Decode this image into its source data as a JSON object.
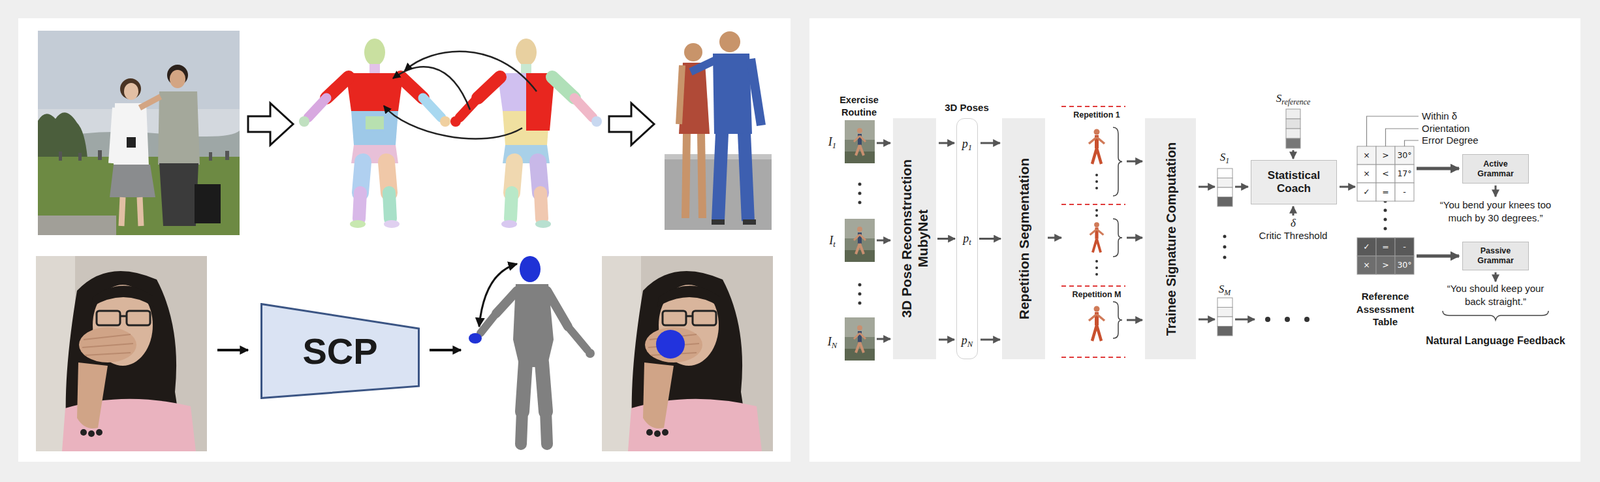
{
  "diagram": {
    "nodes": [
      {
        "text": [
          "SCP"
        ]
      },
      {
        "text": [
          "3D Pose Reconstruction MubyNet"
        ]
      },
      {
        "text": [
          "p1",
          "pt",
          "pN"
        ]
      },
      {
        "text": [
          "Repetition Segmentation"
        ]
      },
      {
        "text": [
          "Trainee Signature Computation"
        ]
      },
      {
        "text": [
          "Statistical Coach"
        ]
      },
      {
        "text": [
          "Active Grammar"
        ]
      },
      {
        "text": [
          "Passive Grammar"
        ]
      }
    ],
    "edges": [
      {
        "from": 1,
        "to": 2,
        "arrow": "to"
      },
      {
        "from": 2,
        "to": 3,
        "arrow": "to"
      }
    ],
    "labels": [
      "Exercise Routine",
      "I1",
      "It",
      "IN",
      "3D Poses",
      "Repetition 1",
      "Repetition M",
      "S1",
      "SM",
      "Sreference",
      "δ",
      "Critic Threshold",
      "Within δ",
      "Orientation",
      "Error Degree",
      "×",
      ">",
      "30°",
      "×",
      "<",
      "17°",
      "✓",
      "=",
      "-",
      "✓",
      "=",
      "-",
      "×",
      ">",
      "30°",
      "“You bend your knees too much by 30 degrees.”",
      "“You should keep your back straight.”",
      "Reference Assessment Table",
      "Natural Language Feedback"
    ]
  }
}
